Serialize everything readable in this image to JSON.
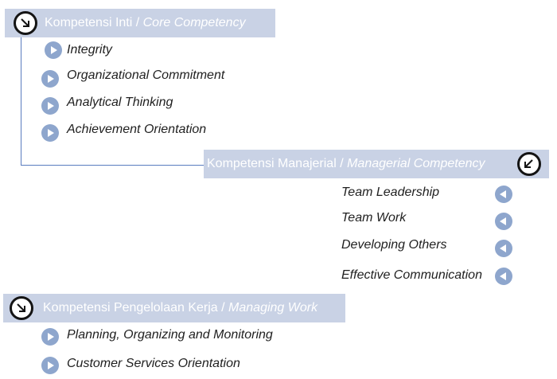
{
  "colors": {
    "header_bg": "#c9d2e5",
    "header_text": "#ffffff",
    "connector": "#5a7cbf",
    "bullet": "#8ea6cd",
    "icon_ring": "#141414"
  },
  "sections": {
    "core": {
      "title_normal": "Kompetensi Inti / ",
      "title_italic": "Core Competency",
      "icon": "arrow-down-right-icon",
      "items": [
        "Integrity",
        "Organizational Commitment",
        "Analytical Thinking",
        "Achievement Orientation"
      ]
    },
    "managerial": {
      "title_normal": "Kompetensi Manajerial / ",
      "title_italic": "Managerial Competency",
      "icon": "arrow-down-left-icon",
      "items": [
        "Team Leadership",
        "Team Work",
        "Developing Others",
        "Effective Communication"
      ]
    },
    "work": {
      "title_normal": "Kompetensi Pengelolaan Kerja / ",
      "title_italic": "Managing Work",
      "icon": "arrow-down-right-icon",
      "items": [
        "Planning, Organizing and Monitoring",
        "Customer Services Orientation"
      ]
    }
  }
}
